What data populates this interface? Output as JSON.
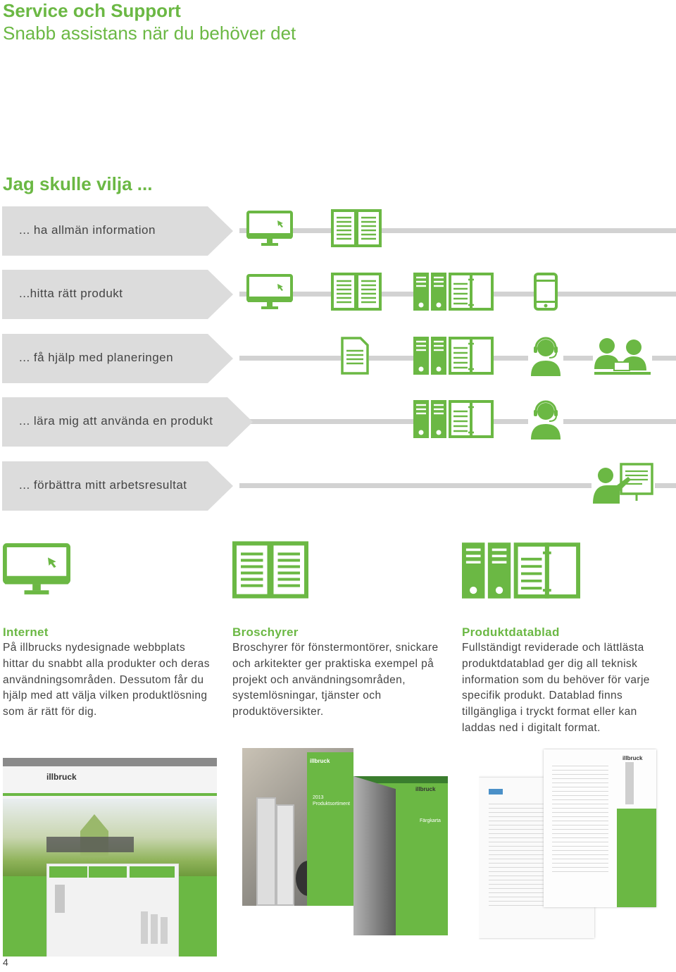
{
  "header": {
    "title": "Service och Support",
    "subtitle": "Snabb assistans när du behöver det"
  },
  "intro": {
    "heading": "Jag skulle vilja ..."
  },
  "rows": [
    {
      "label": "... ha allmän information",
      "icons": [
        "monitor-icon",
        "brochure-icon"
      ]
    },
    {
      "label": "...hitta rätt produkt",
      "icons": [
        "monitor-icon",
        "brochure-icon",
        "datasheet-binder-icon",
        "mobile-phone-icon"
      ]
    },
    {
      "label": "... få hjälp med planeringen",
      "icons": [
        "document-icon",
        "datasheet-binder-icon",
        "support-agent-icon",
        "meeting-icon"
      ]
    },
    {
      "label": "... lära mig att använda en produkt",
      "icons": [
        "datasheet-binder-icon",
        "support-agent-icon"
      ]
    },
    {
      "label": "... förbättra mitt arbetsresultat",
      "icons": [
        "presentation-icon"
      ]
    }
  ],
  "columns": [
    {
      "heading": "Internet",
      "text": "På illbrucks nydesignade webbplats hittar du snabbt alla produkter och deras användningsområden. Dessutom får du hjälp med att välja vilken produktlösning som är rätt för dig.",
      "icon": "monitor-icon"
    },
    {
      "heading": "Broschyrer",
      "text": "Broschyrer för fönstermontörer, snickare och arkitekter ger praktiska exempel på projekt och användningsområden, systemlösningar, tjänster och produktöversikter.",
      "icon": "brochure-icon"
    },
    {
      "heading": "Produktdatablad",
      "text": "Fullständigt reviderade och lättlästa produktdatablad ger dig all teknisk information som du behöver för varje specifik produkt. Datablad finns tillgängliga i tryckt format eller kan laddas ned i digitalt format.",
      "icon": "datasheet-binder-icon"
    }
  ],
  "images": [
    {
      "brand": "illbruck"
    },
    {
      "brand": "illbruck",
      "cover_text": "2013 Produktsortiment",
      "cover_text2": "Färgkarta"
    },
    {
      "brand": "illbruck"
    }
  ],
  "footer": {
    "page_number": "4"
  },
  "colors": {
    "accent": "#6bb844",
    "arrow": "#dcdcdc",
    "line": "#d2d2d2"
  }
}
